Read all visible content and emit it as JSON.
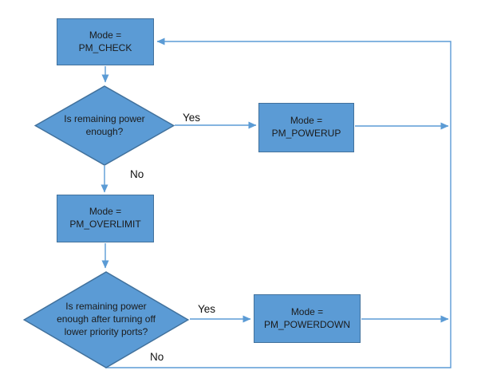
{
  "diagram": {
    "type": "flowchart",
    "background": "#FFFFFF",
    "colors": {
      "shape_fill": "#5B9BD5",
      "shape_border": "#41719C",
      "connector": "#5B9BD5",
      "label_text": "#1B1B1B"
    },
    "nodes": {
      "pm_check": {
        "shape": "rectangle",
        "label": "Mode =\nPM_CHECK"
      },
      "decision_power_enough": {
        "shape": "diamond",
        "label": "Is remaining power\nenough?"
      },
      "pm_powerup": {
        "shape": "rectangle",
        "label": "Mode =\nPM_POWERUP"
      },
      "pm_overlimit": {
        "shape": "rectangle",
        "label": "Mode =\nPM_OVERLIMIT"
      },
      "decision_power_after_shedding": {
        "shape": "diamond",
        "label": "Is remaining power\nenough after turning off\nlower priority ports?"
      },
      "pm_powerdown": {
        "shape": "rectangle",
        "label": "Mode =\nPM_POWERDOWN"
      }
    },
    "edges": [
      {
        "from": "pm_check",
        "to": "decision_power_enough",
        "label": ""
      },
      {
        "from": "decision_power_enough",
        "to": "pm_powerup",
        "label": "Yes"
      },
      {
        "from": "decision_power_enough",
        "to": "pm_overlimit",
        "label": "No"
      },
      {
        "from": "pm_overlimit",
        "to": "decision_power_after_shedding",
        "label": ""
      },
      {
        "from": "decision_power_after_shedding",
        "to": "pm_powerdown",
        "label": "Yes"
      },
      {
        "from": "pm_powerup",
        "to": "pm_check",
        "label": ""
      },
      {
        "from": "pm_powerdown",
        "to": "pm_check",
        "label": ""
      },
      {
        "from": "decision_power_after_shedding",
        "to": "pm_check",
        "label": "No"
      }
    ]
  }
}
